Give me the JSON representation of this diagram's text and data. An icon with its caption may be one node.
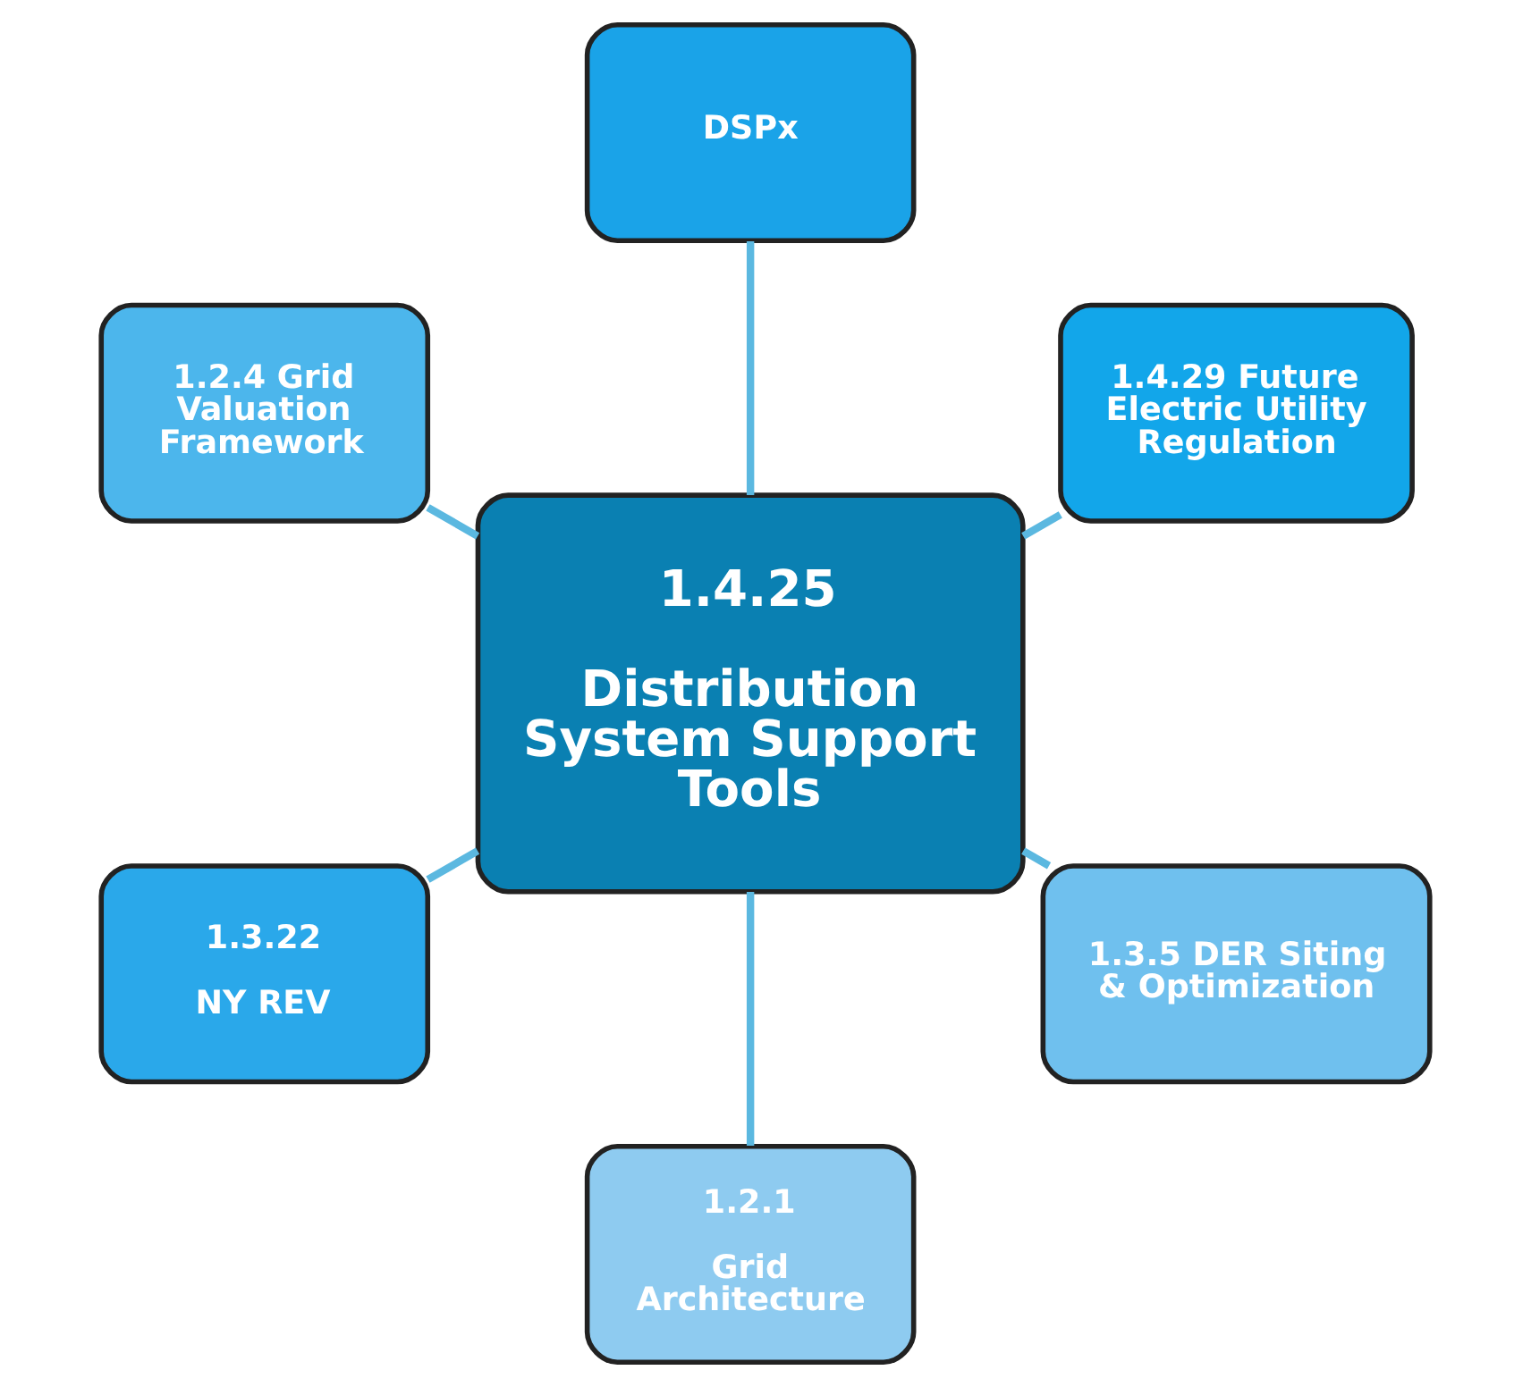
{
  "diagram": {
    "nodes": [
      {
        "text": [
          "1.4.25",
          "Distribution System Support Tools"
        ]
      },
      {
        "text": [
          "1.4.29 Future Electric Utility Regulation"
        ]
      },
      {
        "text": [
          "DSPx"
        ]
      },
      {
        "text": [
          "1.2.4 Grid Valuation Framework"
        ]
      },
      {
        "text": [
          "1.3.22",
          "NY REV"
        ]
      },
      {
        "text": [
          "1.2.1",
          "Grid Architecture"
        ]
      },
      {
        "text": [
          "1.3.5 DER Siting & Optimization"
        ]
      }
    ],
    "edges": [
      {
        "from": 0,
        "to": 1,
        "arrow": "none"
      },
      {
        "from": 0,
        "to": 3,
        "arrow": "none"
      },
      {
        "from": 0,
        "to": 6,
        "arrow": "none"
      },
      {
        "from": 0,
        "to": 5,
        "arrow": "none"
      },
      {
        "from": 0,
        "to": 4,
        "arrow": "none"
      },
      {
        "from": 0,
        "to": 2,
        "arrow": "none"
      }
    ]
  }
}
